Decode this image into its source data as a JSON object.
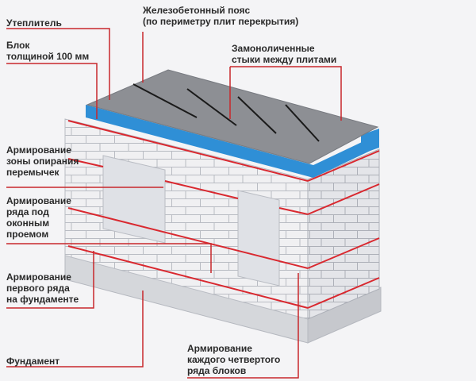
{
  "labels": {
    "insulation": "Утеплитель",
    "block": "Блок\nтолщиной 100 мм",
    "belt": "Железобетонный пояс\n(по периметру плит перекрытия)",
    "joints": "Замоноличенные\nстыки между плитами",
    "lintel": "Армирование\nзоны опирания\nперемычек",
    "window_row": "Армирование\nряда под\nоконным\nпроемом",
    "first_row": "Армирование\nпервого ряда\nна фундаменте",
    "foundation": "Фундамент",
    "every_fourth": "Армирование\nкаждого четвертого\nряда блоков"
  },
  "colors": {
    "leader": "#c8272b",
    "rebar": "#d9282f",
    "slab": "#8d8f94",
    "insulation": "#2f8fd6",
    "block": "#f1f1f3",
    "mortar": "#b9bcc3",
    "foundation": "#d7d9dd"
  }
}
